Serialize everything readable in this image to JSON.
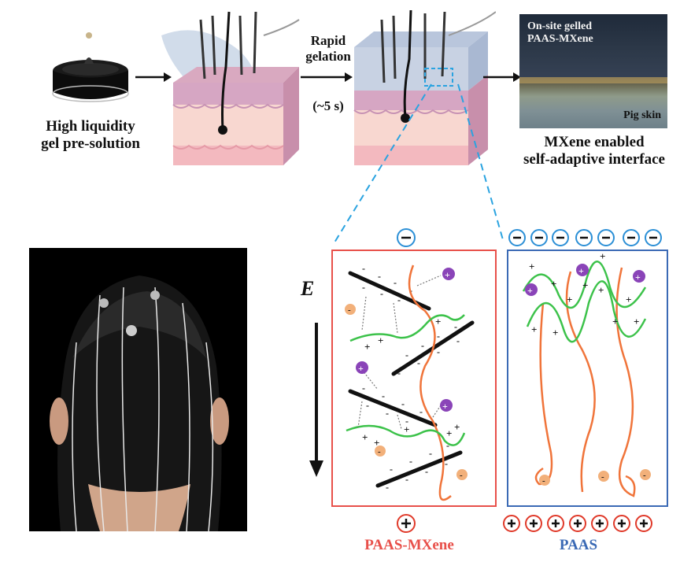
{
  "top": {
    "step1_label_line1": "High liquidity",
    "step1_label_line2": "gel pre-solution",
    "arrow2_label_line1": "Rapid",
    "arrow2_label_line2": "gelation",
    "arrow2_time": "(~5 s)",
    "photo_top_line1": "On-site gelled",
    "photo_top_line2": "PAAS-MXene",
    "photo_bottom": "Pig skin",
    "result_line1": "MXene enabled",
    "result_line2": "self-adaptive interface"
  },
  "field": {
    "label": "E"
  },
  "panels": {
    "left_title": "PAAS-MXene",
    "right_title": "PAAS",
    "left_color": "#e8504a",
    "right_color": "#3b6ab5"
  },
  "colors": {
    "minus_circle": "#2b8fd6",
    "plus_circle": "#e03a2a",
    "green_chain": "#3cc24a",
    "orange_chain": "#f0743a",
    "cation": "#8a44b8",
    "anion": "#f2b07a"
  }
}
